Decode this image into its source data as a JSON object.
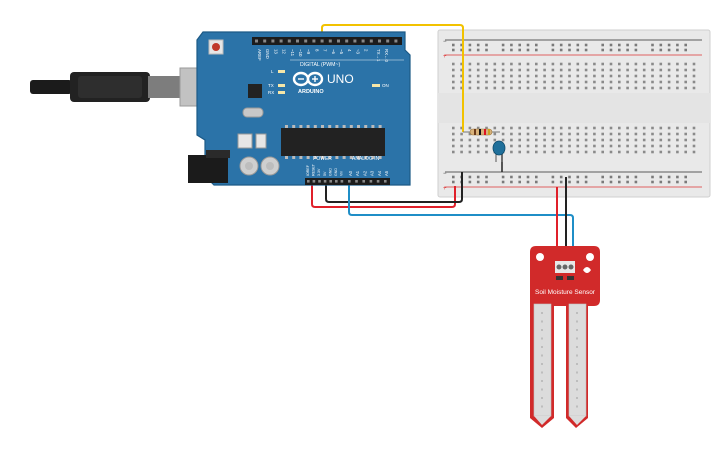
{
  "arduino": {
    "logo_text": "UNO",
    "brand_text": "ARDUINO",
    "digital_label": "DIGITAL (PWM~)",
    "power_label": "POWER",
    "analog_label": "ANALOG IN",
    "on_label": "ON",
    "led_l_label": "L",
    "led_tx_label": "TX",
    "led_rx_label": "RX",
    "top_pins": [
      "AREF",
      "GND",
      "13",
      "12",
      "~11",
      "~10",
      "~9",
      "8",
      "7",
      "~6",
      "~5",
      "4",
      "~3",
      "2",
      "TX→1",
      "RX←0"
    ],
    "power_pins": [
      "IOREF",
      "RESET",
      "3.3V",
      "5V",
      "GND",
      "GND",
      "Vin"
    ],
    "analog_pins": [
      "A0",
      "A1",
      "A2",
      "A3",
      "A4",
      "A5"
    ]
  },
  "sensor": {
    "label_line": "Soil Moisture Sensor"
  },
  "colors": {
    "board": "#2b73a8",
    "board_dark": "#1c5a86",
    "sensor_red": "#d12a2a",
    "wire_red": "#e0202a",
    "wire_black": "#222222",
    "wire_blue": "#1f8ec7",
    "wire_yellow": "#f2c200",
    "breadboard": "#e9e9e9"
  },
  "icons": [
    "usb-plug-icon",
    "reset-button-icon",
    "arduino-infinity-logo-icon",
    "capacitor-icon",
    "resistor-icon",
    "potentiometer-icon",
    "barrel-jack-icon"
  ]
}
